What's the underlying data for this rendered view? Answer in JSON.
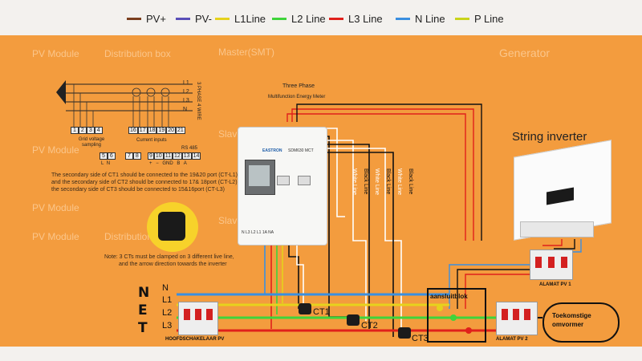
{
  "legend": [
    {
      "label": "PV+",
      "color": "#7b3f1e"
    },
    {
      "label": "PV-",
      "color": "#5a4fb8"
    },
    {
      "label": "L1Line",
      "color": "#e6d21c"
    },
    {
      "label": "L2 Line",
      "color": "#3fd43b"
    },
    {
      "label": "L3 Line",
      "color": "#e0201b"
    },
    {
      "label": "N Line",
      "color": "#3a8fe0"
    },
    {
      "label": "P  Line",
      "color": "#c9d41a"
    }
  ],
  "ghost_labels": {
    "pv_module_1": "PV Module",
    "distribution_box": "Distribution box",
    "master": "Master(SMT)",
    "generator": "Generator",
    "pv_module_2": "PV Module",
    "slave1": "Slave1(SMT)",
    "pv_module_3": "PV Module",
    "slave2": "Slave2(SMT)",
    "pv_module_4": "PV Module",
    "distribution_box_2": "Distribution box"
  },
  "wiring": {
    "three_phase_4wire": "3 PHASE 4 WIRE",
    "phase_labels": [
      "L1",
      "L2",
      "L3",
      "N"
    ],
    "grid_terminals": [
      "1",
      "2",
      "3",
      "4"
    ],
    "current_terminals": [
      "16",
      "17",
      "18",
      "19",
      "20",
      "21"
    ],
    "grid_voltage_caption": "Grid voltage sampling",
    "current_inputs_caption": "Current inputs",
    "power_terminals": [
      "5",
      "6"
    ],
    "power_sub": [
      "L",
      "N"
    ],
    "aux_terminals": [
      "7",
      "8"
    ],
    "rs485_label": "RS 485",
    "rs485_terminals": [
      "9",
      "10",
      "11",
      "12",
      "13",
      "14"
    ],
    "rs485_sub": [
      "+",
      "−",
      "GND",
      "B",
      "A"
    ]
  },
  "secondary_note": [
    "The secondary side of CT1 should be connected to the 19&20 port (CT-L1)",
    "and the secondary side of CT2 should be connected to 17& 18port (CT-L2)",
    "the secondary side of CT3 should be connected to 15&16port (CT-L3)"
  ],
  "clamp_note": [
    "Note:  3 CTs must be clamped on 3 different live line,",
    "and the arrow direction towards the inverter"
  ],
  "meter": {
    "title_line1": "Three Phase",
    "title_line2": "Multifunction Energy Meter",
    "brand": "EASTRON",
    "model": "SDM630 MCT",
    "bottom_terminals": "N  L3  L2  L1  1A  NA"
  },
  "cable_labels": [
    "White Line",
    "Black Line",
    "White Line",
    "Black Line",
    "White Line",
    "Black Line"
  ],
  "string_inverter": "String inverter",
  "net": {
    "letters": [
      "N",
      "E",
      "T"
    ],
    "lines": [
      "N",
      "L1",
      "L2",
      "L3"
    ]
  },
  "cts": [
    "CT1",
    "CT2",
    "CT3"
  ],
  "main_breaker": "HOOFDSCHAKELAAR PV",
  "aansluitblok": "aansluitblok",
  "pv1": "ALAMAT PV 1",
  "pv2": "ALAMAT PV 2",
  "future_inverter": "Toekomstige omvormer"
}
